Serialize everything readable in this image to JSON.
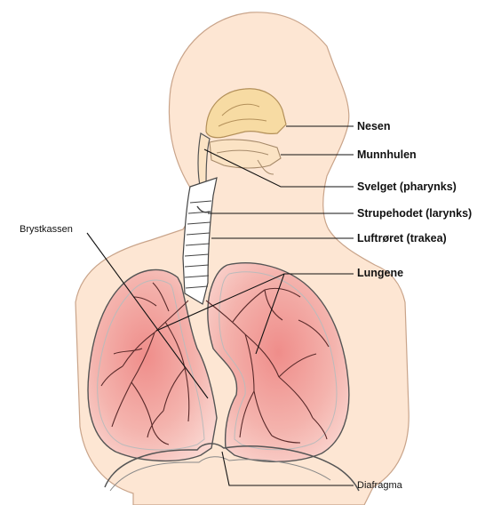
{
  "labels": {
    "nesen": "Nesen",
    "munnhulen": "Munnhulen",
    "svelget": "Svelget (pharynks)",
    "strupehodet": "Strupehodet (larynks)",
    "luftroret": "Luftrøret (trakea)",
    "lungene": "Lungene",
    "brystkassen": "Brystkassen",
    "diafragma": "Diafragma"
  },
  "colors": {
    "skin": "#fde6d3",
    "skin_outline": "#c9a48a",
    "lung_fill": "#f3b7b1",
    "lung_core": "#ee8f8c",
    "nasal": "#f6d9a0",
    "outline": "#333333"
  }
}
